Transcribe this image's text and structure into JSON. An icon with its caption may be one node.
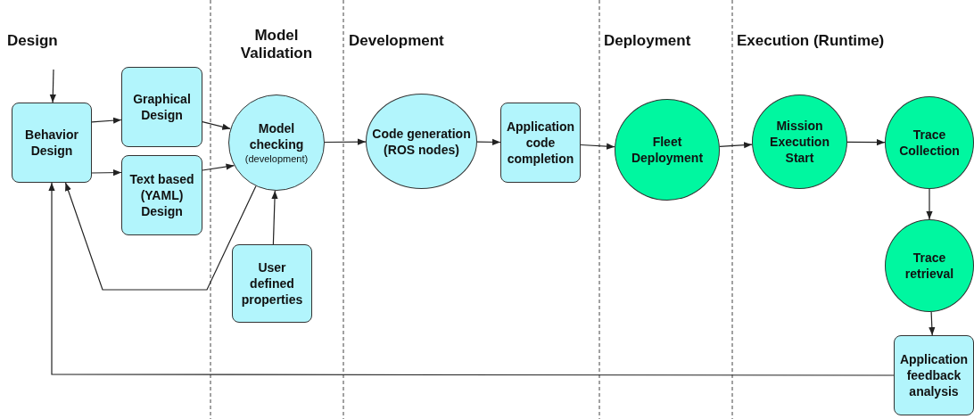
{
  "diagram": {
    "nodes": [
      {
        "text": [
          "Behavior Design"
        ]
      },
      {
        "text": [
          "Graphical Design"
        ]
      },
      {
        "text": [
          "Text based (YAML) Design"
        ]
      },
      {
        "text": [
          "Model checking",
          "(development)"
        ]
      },
      {
        "text": [
          "User defined properties"
        ]
      },
      {
        "text": [
          "Code generation (ROS nodes)"
        ]
      },
      {
        "text": [
          "Application code completion"
        ]
      },
      {
        "text": [
          "Fleet Deployment"
        ]
      },
      {
        "text": [
          "Mission Execution Start"
        ]
      },
      {
        "text": [
          "Trace Collection"
        ]
      },
      {
        "text": [
          "Trace retrieval"
        ]
      },
      {
        "text": [
          "Application feedback analysis"
        ]
      }
    ],
    "edges": [
      {
        "from": null,
        "to": 0,
        "arrow": "to"
      },
      {
        "from": 0,
        "to": 1,
        "arrow": "to"
      },
      {
        "from": 0,
        "to": 2,
        "arrow": "to"
      },
      {
        "from": 1,
        "to": 3,
        "arrow": "to"
      },
      {
        "from": 2,
        "to": 3,
        "arrow": "to"
      },
      {
        "from": 4,
        "to": 3,
        "arrow": "to"
      },
      {
        "from": 3,
        "to": 0,
        "arrow": "to"
      },
      {
        "from": 3,
        "to": 5,
        "arrow": "to"
      },
      {
        "from": 5,
        "to": 6,
        "arrow": "to"
      },
      {
        "from": 6,
        "to": 7,
        "arrow": "to"
      },
      {
        "from": 7,
        "to": 8,
        "arrow": "to"
      },
      {
        "from": 8,
        "to": 9,
        "arrow": "to"
      },
      {
        "from": 9,
        "to": 10,
        "arrow": "to"
      },
      {
        "from": 10,
        "to": 11,
        "arrow": "to"
      },
      {
        "from": 11,
        "to": 0,
        "arrow": "to"
      }
    ],
    "labels": [
      "Design",
      "Model Validation",
      "Development",
      "Deployment",
      "Execution (Runtime)"
    ]
  }
}
